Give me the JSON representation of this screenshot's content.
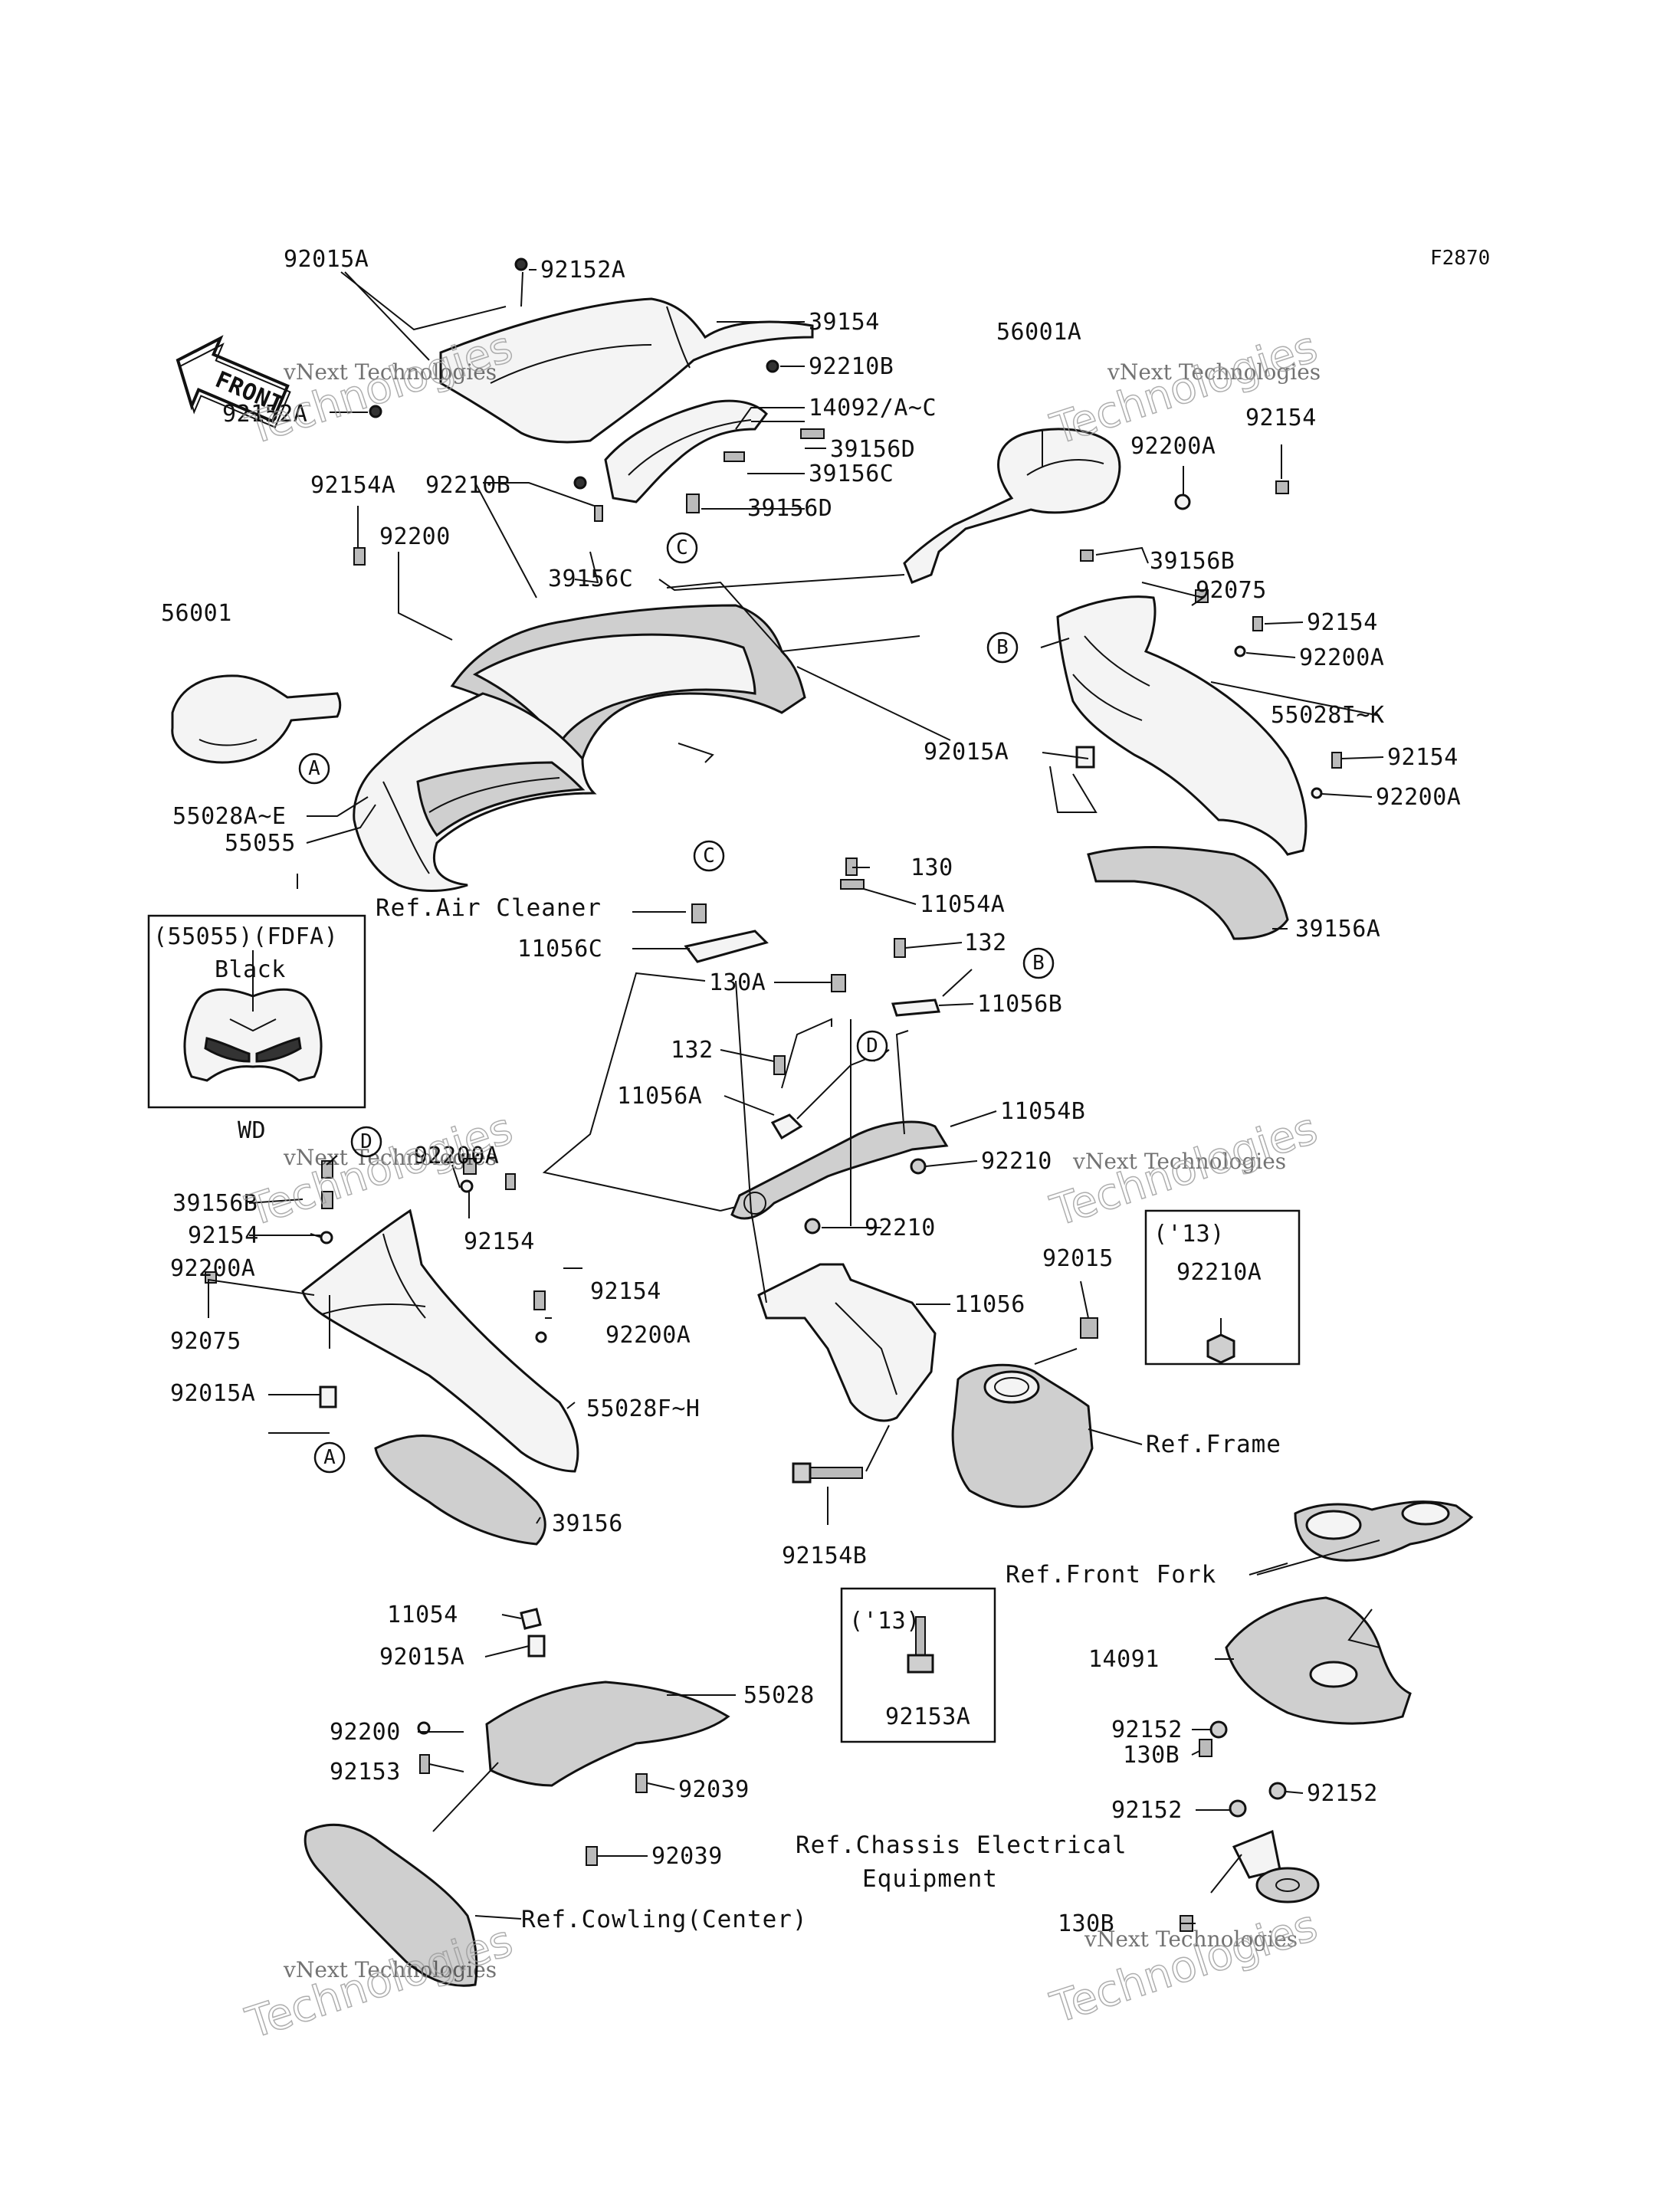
{
  "diagram_id": "F2870",
  "direction_arrow": "FRONT",
  "watermark": {
    "line1": "vNext Technologies",
    "line2": "Technologies"
  },
  "labels": {
    "p92015A_top": "92015A",
    "p92152A_top": "92152A",
    "p39154": "39154",
    "p92210B_r": "92210B",
    "p14092": "14092/A~C",
    "p92152A_l": "92152A",
    "p39156D_a": "39156D",
    "p39156C_a": "39156C",
    "p92154A": "92154A",
    "p92210B_l": "92210B",
    "p39156D_b": "39156D",
    "p56001A": "56001A",
    "p92200A_r1": "92200A",
    "p92154_r1": "92154",
    "p92200": "92200",
    "p39156C_b": "39156C",
    "p39156B_r": "39156B",
    "p92075_r": "92075",
    "p92154_r2": "92154",
    "p92200A_r2": "92200A",
    "p56001": "56001",
    "p55028IK": "55028I~K",
    "p92015A_mid": "92015A",
    "p92154_r3": "92154",
    "p92200A_r3": "92200A",
    "p55028AE": "55028A~E",
    "p55055": "55055",
    "p130": "130",
    "p11054A": "11054A",
    "p39156A": "39156A",
    "ref_air": "Ref.Air Cleaner",
    "p11056C": "11056C",
    "p132_r": "132",
    "p130A": "130A",
    "p11056B": "11056B",
    "inset_55055": "(55055)(FDFA)",
    "inset_black": "Black",
    "p132_l": "132",
    "p11056A": "11056A",
    "p11054B": "11054B",
    "wd": "WD",
    "p92200A_l1": "92200A",
    "p39156B_l": "39156B",
    "p92154_l1": "92154",
    "p92210_r": "92210",
    "p92200A_l2": "92200A",
    "p92154_l2": "92154",
    "p92210_m": "92210",
    "inset13_a": "('13)",
    "p92210A": "92210A",
    "p92154_l3": "92154",
    "p92015": "92015",
    "p11056": "11056",
    "p92075_l": "92075",
    "p92200A_l3": "92200A",
    "p92015A_l": "92015A",
    "ref_frame": "Ref.Frame",
    "p55028FH": "55028F~H",
    "p39156": "39156",
    "p92154B": "92154B",
    "ref_fork": "Ref.Front Fork",
    "p11054": "11054",
    "inset13_b": "('13)",
    "p92015A_b": "92015A",
    "p55028": "55028",
    "p14091": "14091",
    "p92200_b": "92200",
    "p92153A": "92153A",
    "p92152_r1": "92152",
    "p92153": "92153",
    "p130B_a": "130B",
    "p92039_a": "92039",
    "p92152_r2": "92152",
    "p92152_r3": "92152",
    "ref_chassis_1": "Ref.Chassis Electrical",
    "ref_chassis_2": "Equipment",
    "p92039_b": "92039",
    "ref_cowling": "Ref.Cowling(Center)",
    "p130B_b": "130B"
  },
  "callouts": {
    "A": "A",
    "B": "B",
    "C": "C",
    "D": "D"
  }
}
